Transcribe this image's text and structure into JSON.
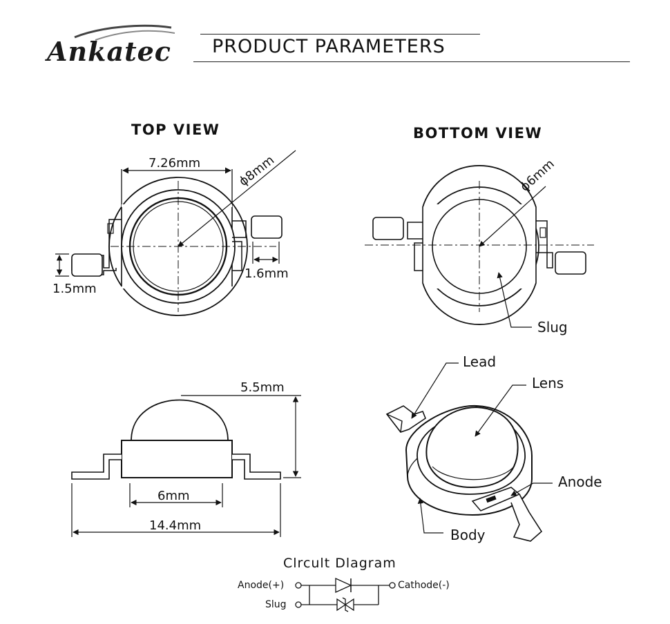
{
  "brand": {
    "name": "Ankatec"
  },
  "header": {
    "title": "PRODUCT PARAMETERS"
  },
  "top_view": {
    "title": "TOP VIEW",
    "dim_width": "7.26mm",
    "dim_diameter": "ϕ8mm",
    "dim_lead_gap": "1.6mm",
    "dim_lead_height": "1.5mm"
  },
  "bottom_view": {
    "title": "BOTTOM VIEW",
    "dim_diameter": "ϕ6mm",
    "slug_label": "Slug"
  },
  "side_view": {
    "dim_height": "5.5mm",
    "dim_base": "6mm",
    "dim_total": "14.4mm"
  },
  "iso_view": {
    "lead_label": "Lead",
    "lens_label": "Lens",
    "anode_label": "Anode",
    "body_label": "Body"
  },
  "circuit": {
    "title": "Clrcult Dlagram",
    "anode_label": "Anode(+)",
    "cathode_label": "Cathode(-)",
    "slug_label": "Slug"
  }
}
